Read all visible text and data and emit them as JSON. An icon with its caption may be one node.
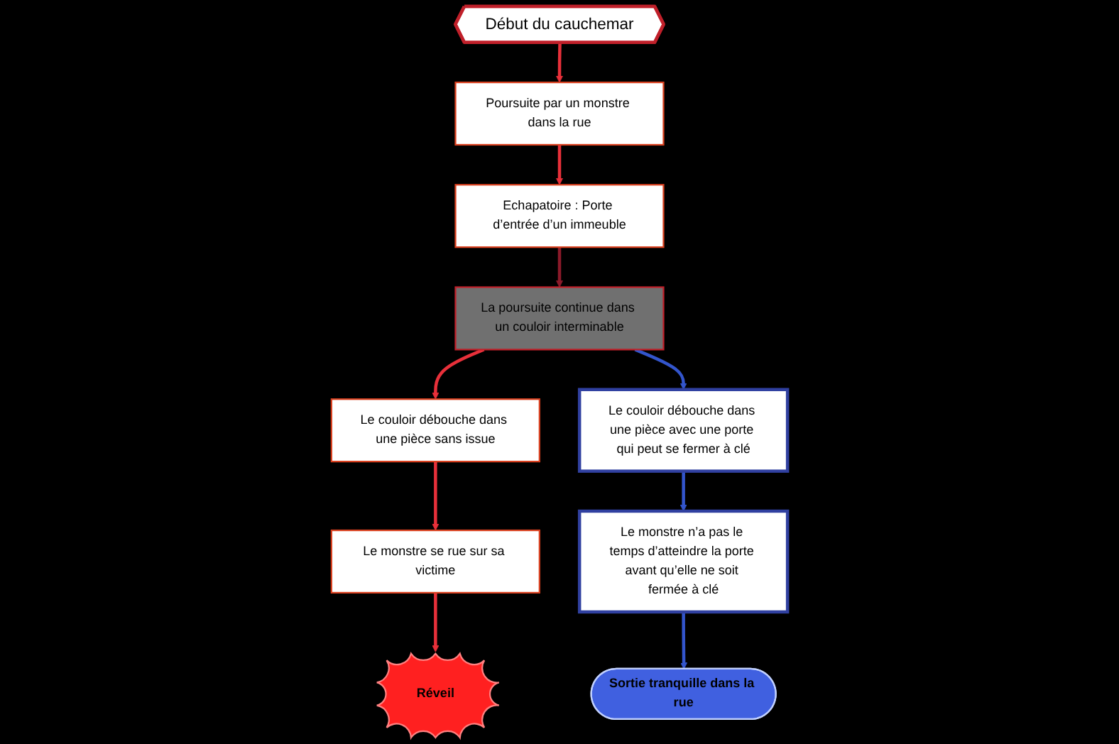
{
  "diagram": {
    "nodes": [
      {
        "text": [
          "Début du cauchemar"
        ]
      },
      {
        "text": [
          "Poursuite par un monstre dans la rue"
        ]
      },
      {
        "text": [
          "Echapatoire : Porte d’entrée d’un immeuble"
        ]
      },
      {
        "text": [
          "La poursuite continue dans un couloir interminable"
        ]
      },
      {
        "text": [
          "Le couloir débouche dans une pièce sans issue"
        ]
      },
      {
        "text": [
          "Le monstre se rue sur sa victime"
        ]
      },
      {
        "text": [
          "Réveil"
        ]
      },
      {
        "text": [
          "Le couloir débouche dans une pièce avec une porte qui peut se fermer à clé"
        ]
      },
      {
        "text": [
          "Le monstre n’a pas le temps d’atteindre la porte avant qu’elle ne soit fermée à clé"
        ]
      },
      {
        "text": [
          "Sortie tranquille dans la rue"
        ]
      }
    ],
    "edges": [
      {
        "from": 0,
        "to": 1,
        "arrow": "to"
      },
      {
        "from": 1,
        "to": 2,
        "arrow": "to"
      },
      {
        "from": 2,
        "to": 3,
        "arrow": "to",
        "color": "#8b1a2a"
      },
      {
        "from": 3,
        "to": 4,
        "arrow": "to"
      },
      {
        "from": 4,
        "to": 5,
        "arrow": "to"
      },
      {
        "from": 5,
        "to": 6,
        "arrow": "to"
      },
      {
        "from": 3,
        "to": 7,
        "arrow": "to",
        "color": "#3355cc"
      },
      {
        "from": 7,
        "to": 8,
        "arrow": "to",
        "color": "#3355cc"
      },
      {
        "from": 8,
        "to": 9,
        "arrow": "to",
        "color": "#3355cc"
      }
    ]
  }
}
